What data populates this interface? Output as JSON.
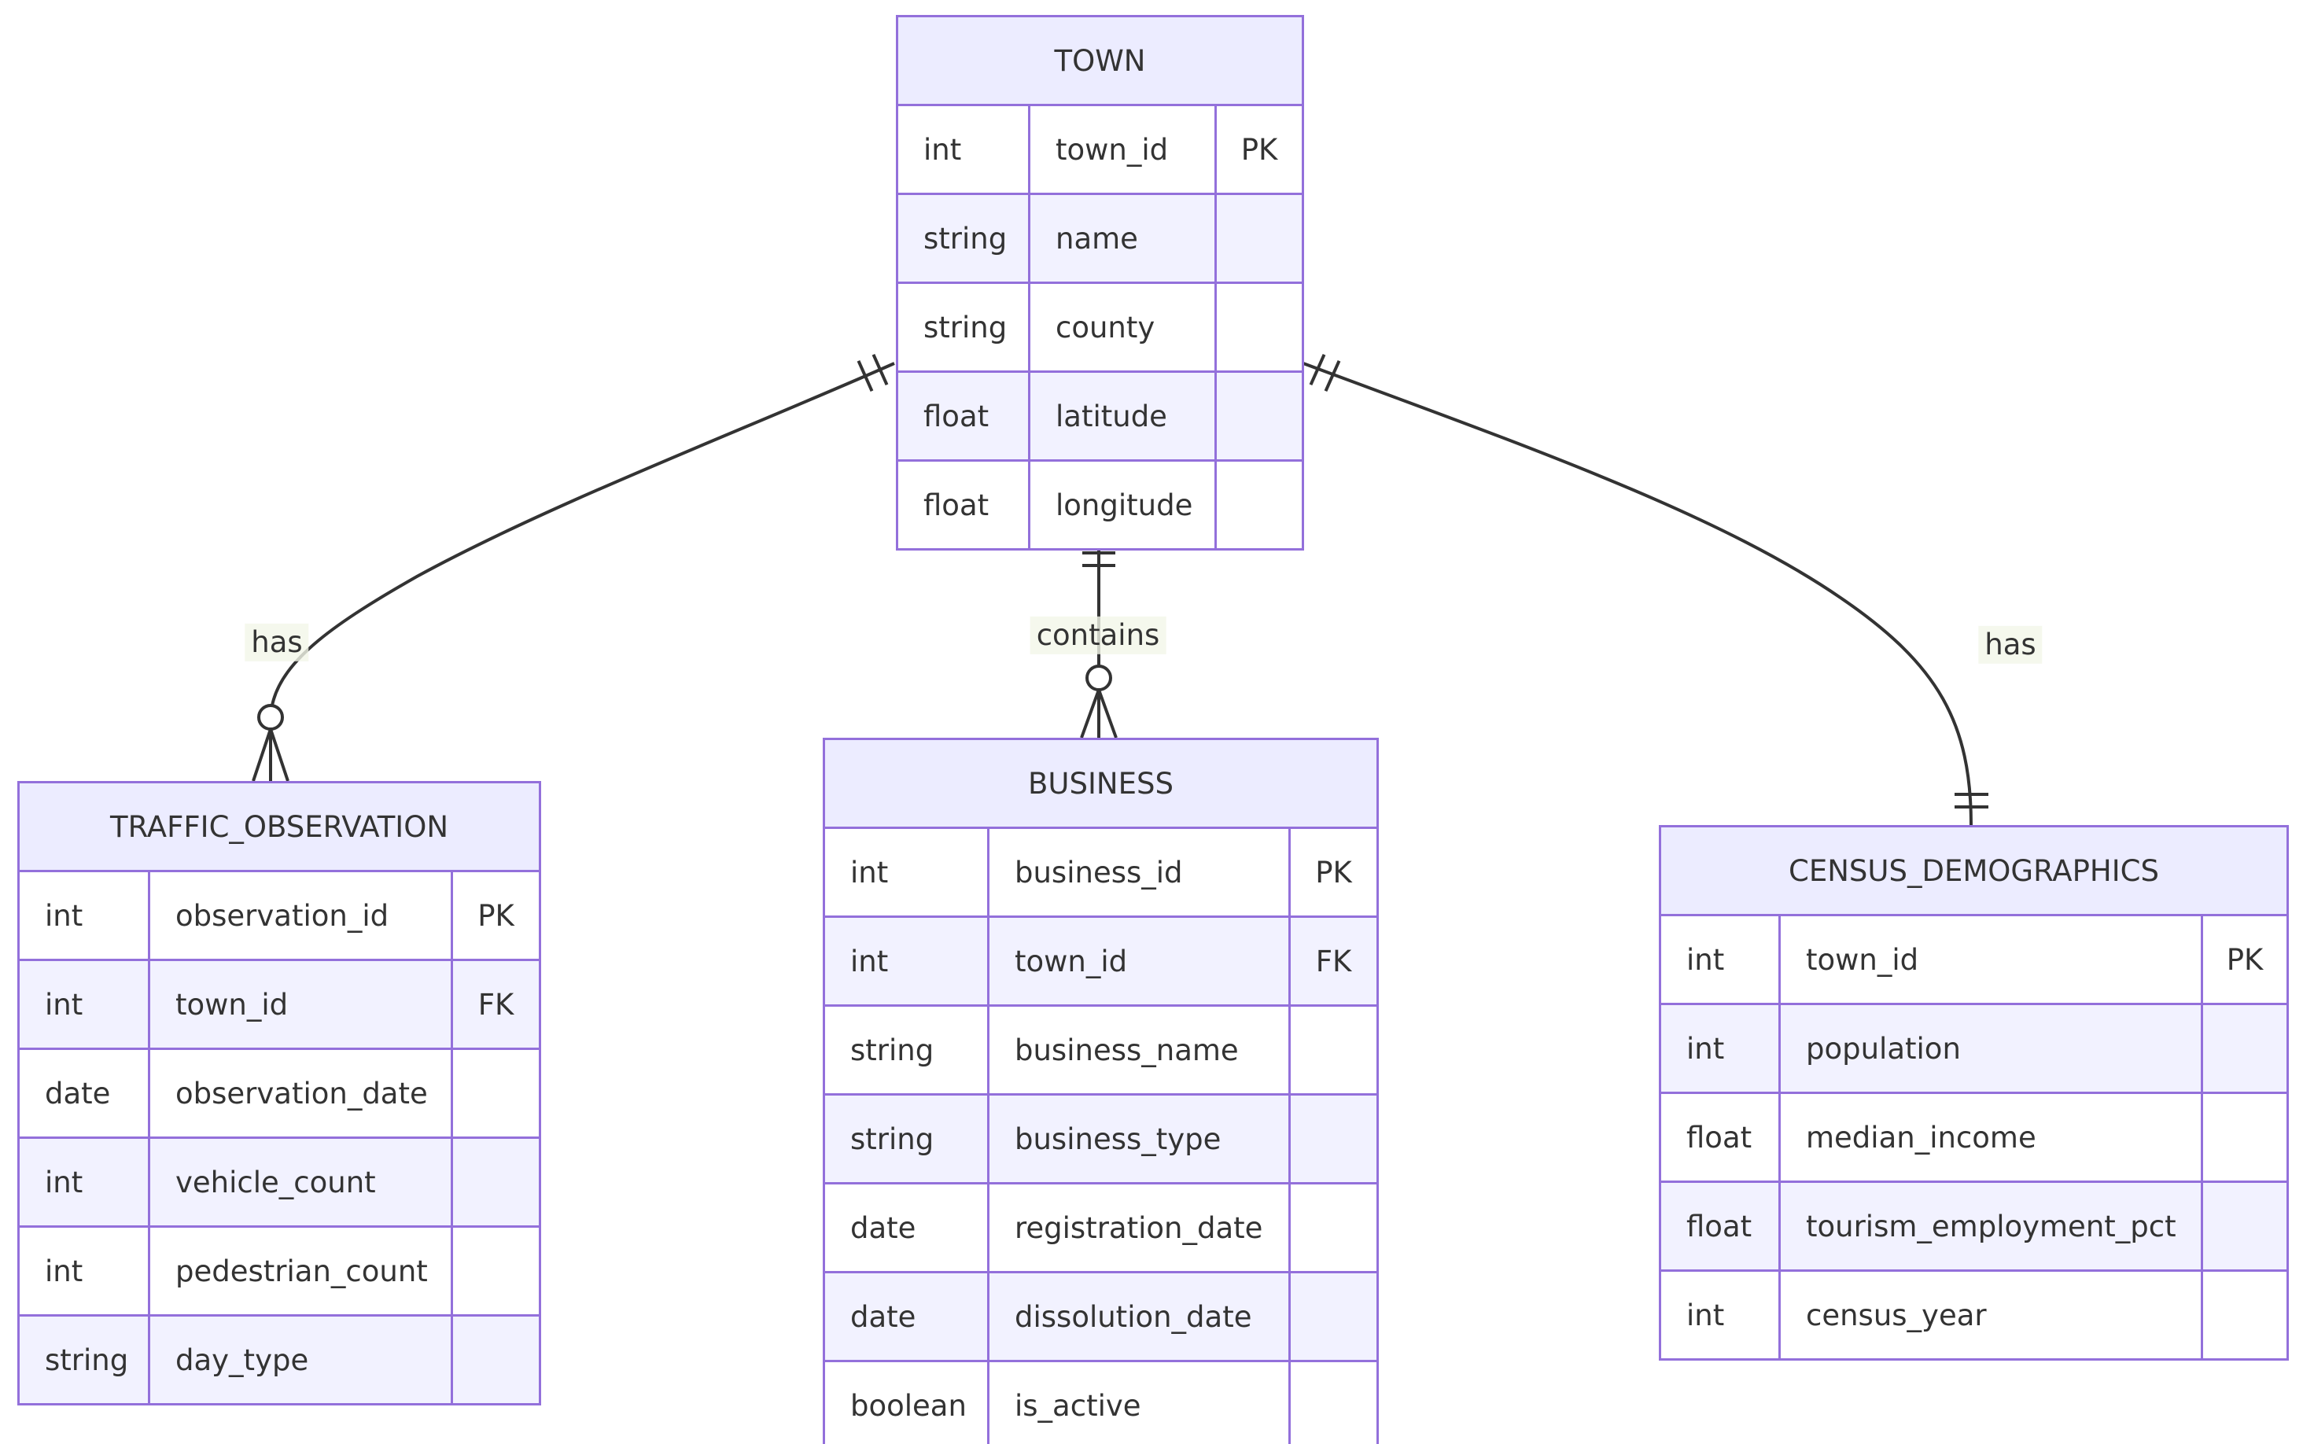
{
  "diagram": {
    "kind": "entity-relationship-diagram",
    "background": "#ffffff",
    "colors": {
      "entity_border": "#9370DB",
      "entity_header_fill": "#ECECFF",
      "row_odd_fill": "#ffffff",
      "row_even_fill": "#f2f2ff",
      "relationship_line": "#333333",
      "text": "#333333",
      "label_background": "#f3f6e9"
    },
    "entities": [
      {
        "name": "TOWN",
        "attributes": [
          {
            "type": "int",
            "name": "town_id",
            "key": "PK"
          },
          {
            "type": "string",
            "name": "name",
            "key": ""
          },
          {
            "type": "string",
            "name": "county",
            "key": ""
          },
          {
            "type": "float",
            "name": "latitude",
            "key": ""
          },
          {
            "type": "float",
            "name": "longitude",
            "key": ""
          }
        ]
      },
      {
        "name": "TRAFFIC_OBSERVATION",
        "attributes": [
          {
            "type": "int",
            "name": "observation_id",
            "key": "PK"
          },
          {
            "type": "int",
            "name": "town_id",
            "key": "FK"
          },
          {
            "type": "date",
            "name": "observation_date",
            "key": ""
          },
          {
            "type": "int",
            "name": "vehicle_count",
            "key": ""
          },
          {
            "type": "int",
            "name": "pedestrian_count",
            "key": ""
          },
          {
            "type": "string",
            "name": "day_type",
            "key": ""
          }
        ]
      },
      {
        "name": "BUSINESS",
        "attributes": [
          {
            "type": "int",
            "name": "business_id",
            "key": "PK"
          },
          {
            "type": "int",
            "name": "town_id",
            "key": "FK"
          },
          {
            "type": "string",
            "name": "business_name",
            "key": ""
          },
          {
            "type": "string",
            "name": "business_type",
            "key": ""
          },
          {
            "type": "date",
            "name": "registration_date",
            "key": ""
          },
          {
            "type": "date",
            "name": "dissolution_date",
            "key": ""
          },
          {
            "type": "boolean",
            "name": "is_active",
            "key": ""
          }
        ]
      },
      {
        "name": "CENSUS_DEMOGRAPHICS",
        "attributes": [
          {
            "type": "int",
            "name": "town_id",
            "key": "PK"
          },
          {
            "type": "int",
            "name": "population",
            "key": ""
          },
          {
            "type": "float",
            "name": "median_income",
            "key": ""
          },
          {
            "type": "float",
            "name": "tourism_employment_pct",
            "key": ""
          },
          {
            "type": "int",
            "name": "census_year",
            "key": ""
          }
        ]
      }
    ],
    "relationships": [
      {
        "from": "TOWN",
        "to": "TRAFFIC_OBSERVATION",
        "label": "has",
        "from_cardinality": "exactly-one",
        "to_cardinality": "zero-or-many"
      },
      {
        "from": "TOWN",
        "to": "BUSINESS",
        "label": "contains",
        "from_cardinality": "exactly-one",
        "to_cardinality": "zero-or-many"
      },
      {
        "from": "TOWN",
        "to": "CENSUS_DEMOGRAPHICS",
        "label": "has",
        "from_cardinality": "exactly-one",
        "to_cardinality": "exactly-one"
      }
    ]
  }
}
